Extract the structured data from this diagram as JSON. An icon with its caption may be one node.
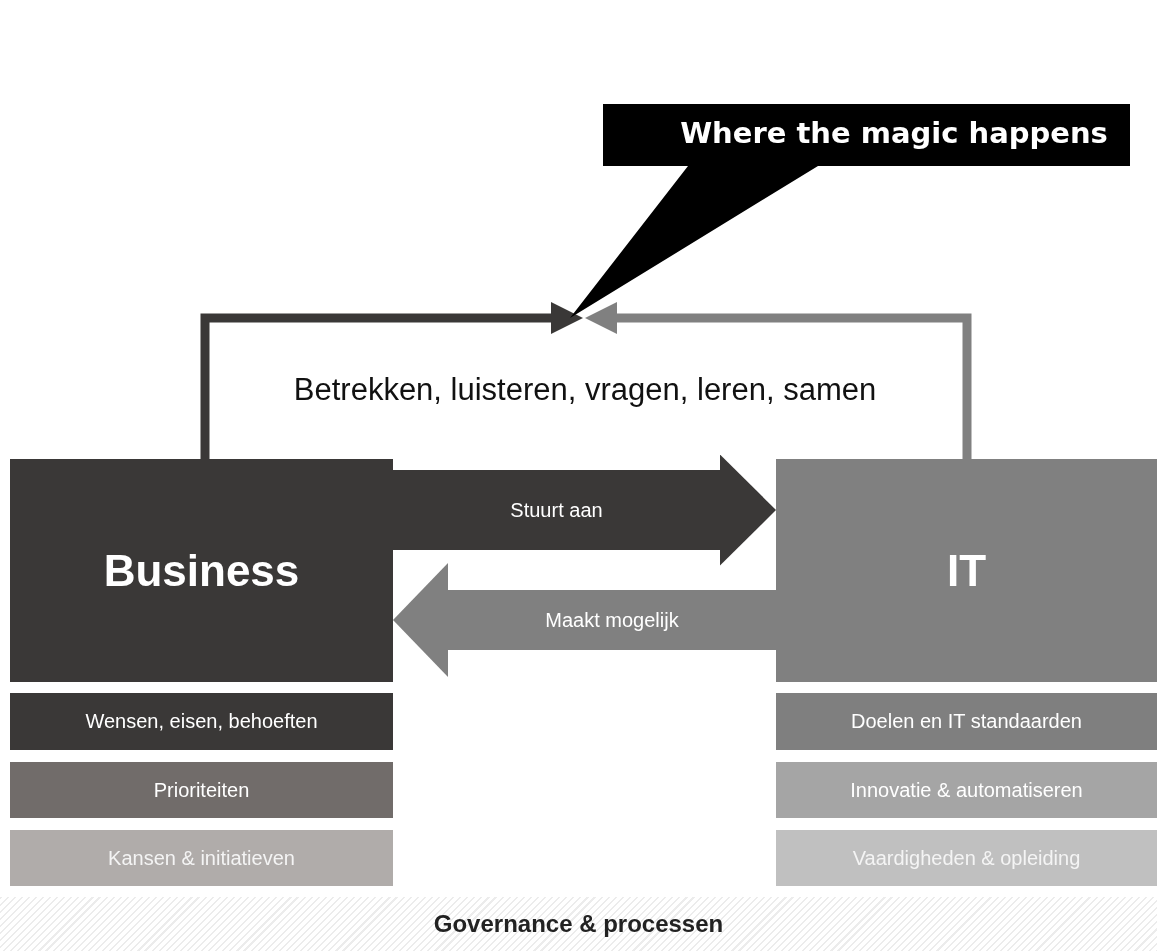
{
  "diagram": {
    "nodes": [
      {
        "text": [
          "Business"
        ]
      },
      {
        "text": [
          "IT"
        ]
      },
      {
        "text": [
          "Wensen, eisen, behoeften"
        ]
      },
      {
        "text": [
          "Prioriteiten"
        ]
      },
      {
        "text": [
          "Kansen & initiatieven"
        ]
      },
      {
        "text": [
          "Doelen en IT standaarden"
        ]
      },
      {
        "text": [
          "Innovatie & automatiseren"
        ]
      },
      {
        "text": [
          "Vaardigheden & opleiding"
        ]
      },
      {
        "text": [
          "Governance & processen"
        ]
      },
      {
        "text": [
          "Where the magic happens"
        ]
      }
    ],
    "edges": [
      {
        "from": 0,
        "to": 9,
        "arrow": "to",
        "color": "#3a3837"
      },
      {
        "from": 1,
        "to": 9,
        "arrow": "to",
        "color": "#808080"
      },
      {
        "from": 0,
        "to": 1,
        "arrow": "to",
        "label": "Stuurt aan",
        "style": "thick",
        "color": "#3a3837"
      },
      {
        "from": 1,
        "to": 0,
        "arrow": "to",
        "label": "Maakt mogelijk",
        "style": "thick",
        "color": "#808080"
      }
    ],
    "labels": [
      "Betrekken, luisteren, vragen, leren, samen"
    ]
  }
}
